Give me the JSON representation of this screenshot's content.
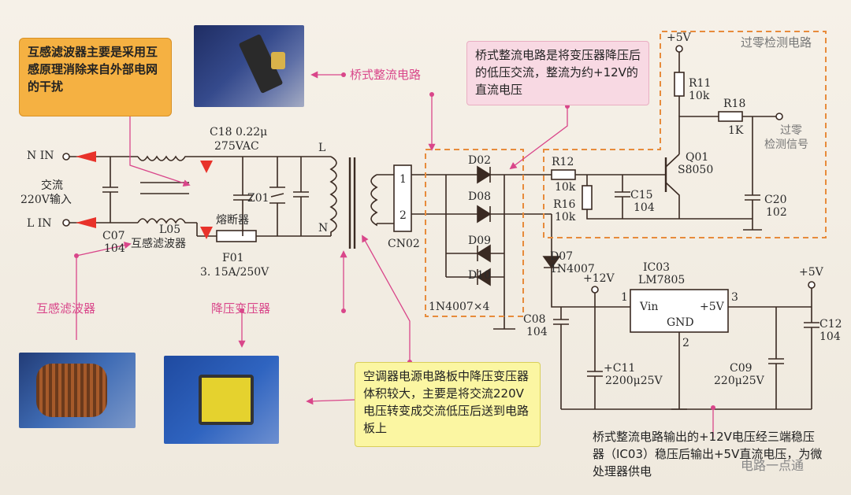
{
  "callouts": {
    "filter_note": "互感滤波器主要是采用互感原理消除来自外部电网的干扰",
    "bridge_note": "桥式整流电路是将变压器降压后的低压交流，整流为约+12V的直流电压",
    "transformer_note": "空调器电源电路板中降压变压器体积较大，主要是将交流220V电压转变成交流低压后送到电路板上",
    "regulator_note": "桥式整流电路输出的+12V电压经三端稳压器（IC03）稳压后输出+5V直流电压，为微处理器供电",
    "watermark": "电路一点通"
  },
  "section_labels": {
    "bridge_rect": "桥式整流电路",
    "filter": "互感滤波器",
    "transformer": "降压变压器",
    "zero_cross": "过零检测电路"
  },
  "inputs": {
    "n_in": "N IN",
    "l_in": "L IN",
    "ac_line1": "交流",
    "ac_line2": "220V输入"
  },
  "components": {
    "c07_name": "C07",
    "c07_val": "104",
    "l05_name": "L05",
    "l05_desc": "互感滤波器",
    "c18_line1": "C18  0.22μ",
    "c18_line2": "275VAC",
    "z01": "Z01",
    "fuse_desc": "熔断器",
    "f01": "F01",
    "f01_val": "3. 15A/250V",
    "trans_l": "L",
    "trans_n": "N",
    "cn02": "CN02",
    "pin1": "1",
    "pin2": "2",
    "d02": "D02",
    "d08": "D08",
    "d09": "D09",
    "d10": "D10",
    "diode_note": "1N4007×4",
    "d07": "D07",
    "d07_val": "1N4007",
    "r12": "R12",
    "r12_val": "10k",
    "r16": "R16",
    "r16_val": "10k",
    "c15": "C15",
    "c15_val": "104",
    "r11": "R11",
    "r11_val": "10k",
    "r18": "R18",
    "r18_val": "1K",
    "q01": "Q01",
    "q01_val": "S8050",
    "c20": "C20",
    "c20_val": "102",
    "zc_signal_1": "过零",
    "zc_signal_2": "检测信号",
    "plus5v_top": "+5V",
    "plus12v": "+12V",
    "c08": "C08",
    "c08_val": "104",
    "c11": "+C11",
    "c11_val": "2200μ25V",
    "ic03": "IC03",
    "ic03_val": "LM7805",
    "vin": "Vin",
    "gnd": "GND",
    "vout": "+5V",
    "pin_in": "1",
    "pin_out": "3",
    "pin_gnd": "2",
    "c09": "C09",
    "c09_val": "220μ25V",
    "c12": "C12",
    "c12_val": "104",
    "plus5v_out": "+5V"
  },
  "colors": {
    "wire": "#3a2a22",
    "arrow": "#e8322a",
    "dash": "#e78b3b",
    "pink": "#d9468a"
  }
}
